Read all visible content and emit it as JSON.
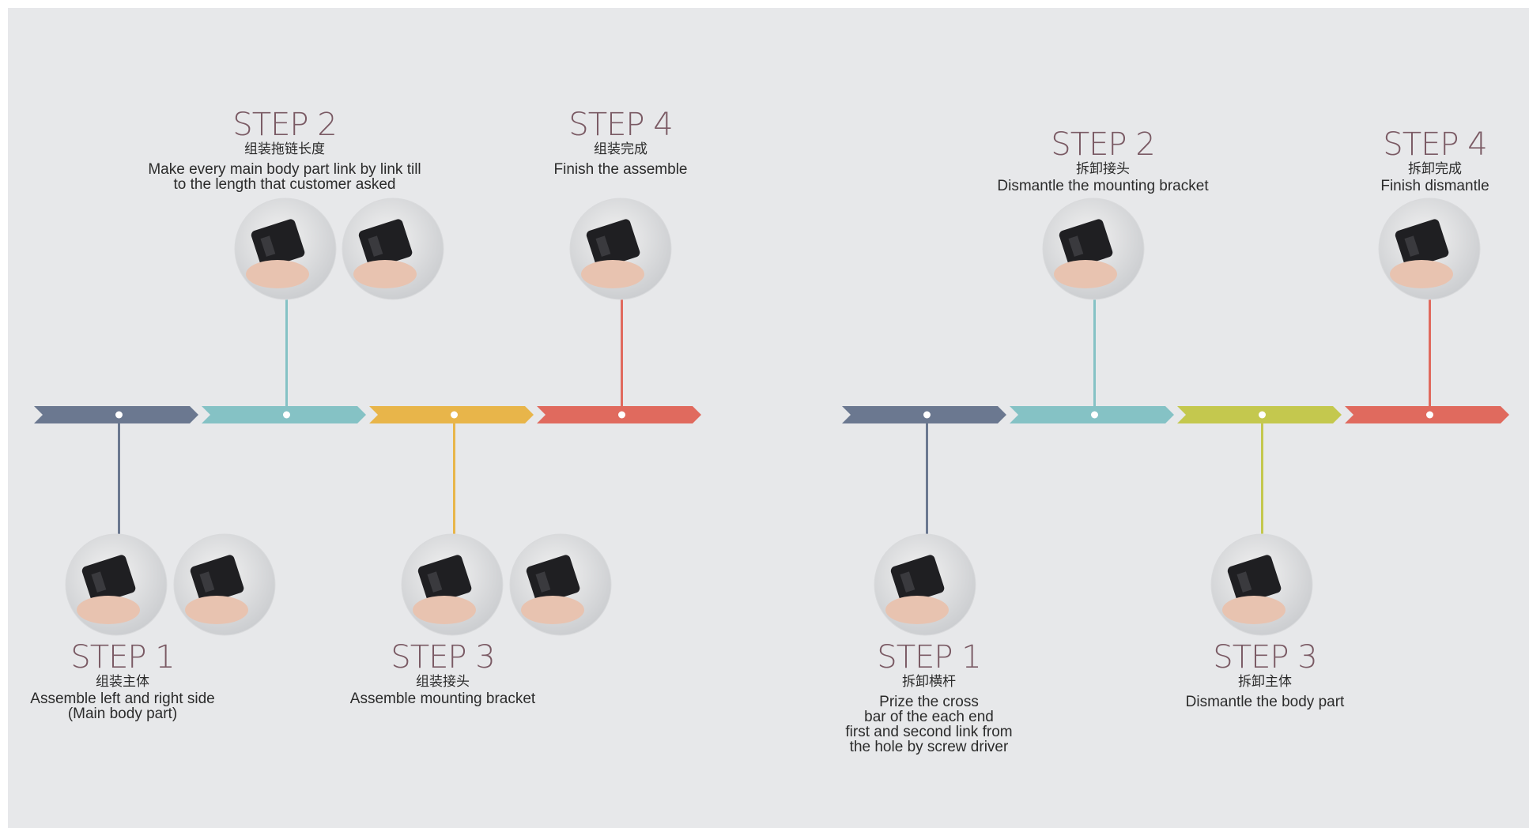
{
  "colors": {
    "background": "#e7e8ea",
    "step1": "#6b7890",
    "step2": "#85c2c5",
    "step3_assemble": "#e8b54a",
    "step3_dismantle": "#c4c84e",
    "step4": "#e06a5e"
  },
  "assemble": {
    "steps": [
      {
        "title": "STEP 1",
        "cn": "组装主体",
        "en": "Assemble left and right side\n(Main body part)"
      },
      {
        "title": "STEP 2",
        "cn": "组装拖链长度",
        "en": "Make every main body part link by link till\nto the length that customer asked"
      },
      {
        "title": "STEP 3",
        "cn": "组装接头",
        "en": "Assemble mounting bracket"
      },
      {
        "title": "STEP 4",
        "cn": "组装完成",
        "en": "Finish the assemble"
      }
    ]
  },
  "dismantle": {
    "steps": [
      {
        "title": "STEP 1",
        "cn": "拆卸横杆",
        "en": "Prize the cross\nbar of the each end\nfirst and second link  from\nthe hole by screw driver"
      },
      {
        "title": "STEP 2",
        "cn": "拆卸接头",
        "en": "Dismantle the mounting bracket"
      },
      {
        "title": "STEP 3",
        "cn": "拆卸主体",
        "en": "Dismantle the body part"
      },
      {
        "title": "STEP 4",
        "cn": "拆卸完成",
        "en": "Finish dismantle"
      }
    ]
  }
}
